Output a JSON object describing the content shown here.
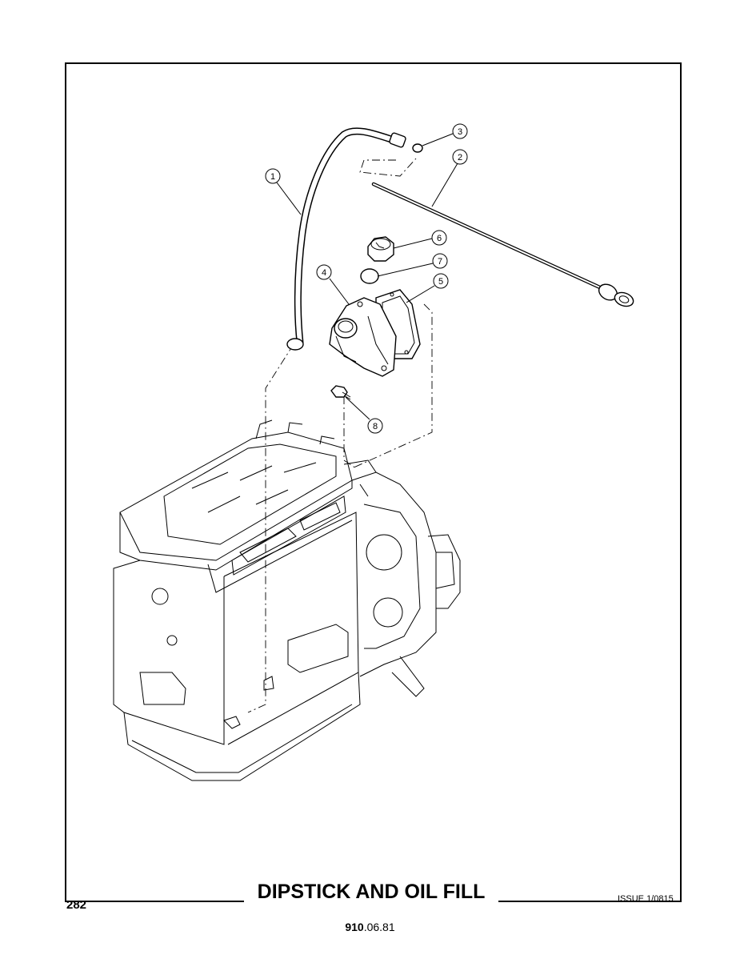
{
  "page_title": "DIPSTICK AND OIL FILL",
  "page_number": "282",
  "issue": "ISSUE 1/0815",
  "doc_code_bold": "910",
  "doc_code_rest": ".06.81",
  "callouts": [
    {
      "id": "1",
      "part": "breather-tube"
    },
    {
      "id": "2",
      "part": "dipstick"
    },
    {
      "id": "3",
      "part": "o-ring"
    },
    {
      "id": "4",
      "part": "oil-fill-housing"
    },
    {
      "id": "5",
      "part": "gasket"
    },
    {
      "id": "6",
      "part": "filler-cap"
    },
    {
      "id": "7",
      "part": "cap-seal"
    },
    {
      "id": "8",
      "part": "bolt"
    }
  ]
}
